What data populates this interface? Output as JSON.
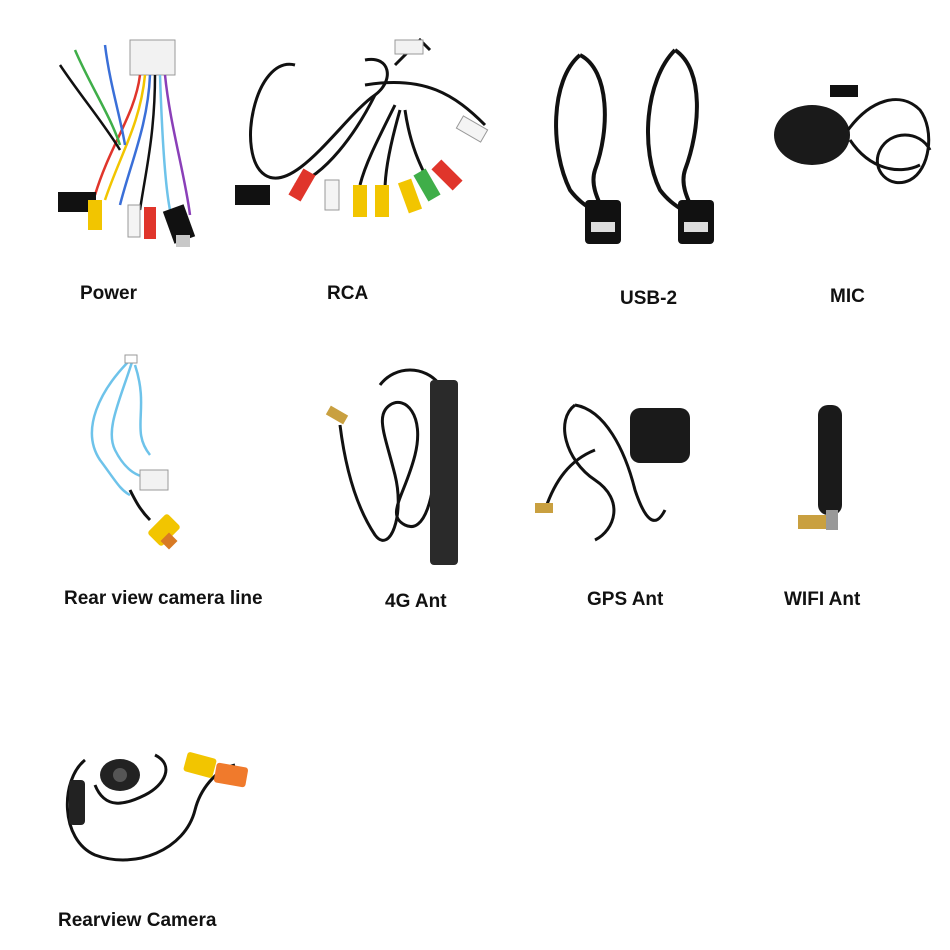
{
  "items": [
    {
      "label": "Power",
      "icon": "power-harness-icon"
    },
    {
      "label": "RCA",
      "icon": "rca-cable-icon"
    },
    {
      "label": "USB-2",
      "icon": "usb-cable-icon"
    },
    {
      "label": "MIC",
      "icon": "microphone-icon"
    },
    {
      "label": "Rear view camera line",
      "icon": "camera-line-icon"
    },
    {
      "label": "4G Ant",
      "icon": "4g-antenna-icon"
    },
    {
      "label": "GPS Ant",
      "icon": "gps-antenna-icon"
    },
    {
      "label": "WIFI Ant",
      "icon": "wifi-antenna-icon"
    },
    {
      "label": "Rearview Camera",
      "icon": "rearview-camera-icon"
    }
  ],
  "colors": {
    "cable": "#111111",
    "rca_red": "#e0352b",
    "rca_yellow": "#f2c500",
    "rca_white": "#f4f4f4",
    "rca_green": "#3fae49",
    "rca_orange": "#f07a2c",
    "wire_blue": "#6ec3ea",
    "gold": "#c9a040",
    "label": "#111111"
  }
}
